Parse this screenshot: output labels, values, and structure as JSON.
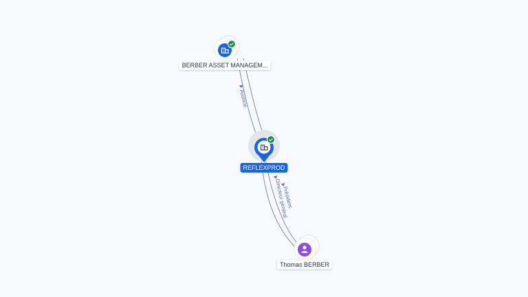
{
  "colors": {
    "background": "#f8f9fc",
    "edge": "#7d8cb8",
    "company_icon": "#1565e6",
    "person_icon": "#8a4fe0",
    "verified_badge": "#1f8a4c",
    "selected_label_bg": "#1565e6"
  },
  "nodes": {
    "berber_asset": {
      "label": "BERBER ASSET MANAGEM...",
      "icon": "building-icon",
      "verified": true
    },
    "reflexprod": {
      "label": "REFLEXPROD",
      "icon": "building-icon",
      "verified": true,
      "selected": true
    },
    "thomas_berber": {
      "label": "Thomas BERBER",
      "icon": "person-icon",
      "verified": false
    }
  },
  "edges": {
    "associe": "Associé",
    "president": "Président",
    "directeur_general": "Directeur général"
  }
}
